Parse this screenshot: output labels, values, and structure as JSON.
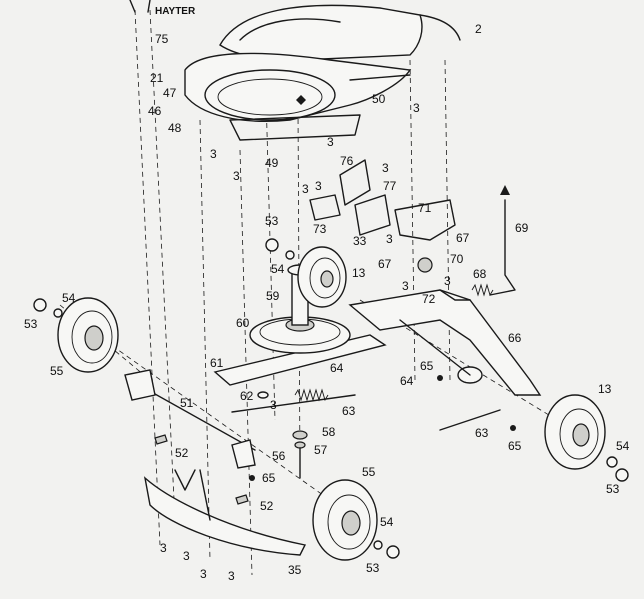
{
  "brand_text": "HAYTER",
  "labels": [
    "2",
    "75",
    "21",
    "47",
    "46",
    "48",
    "3",
    "50",
    "3",
    "3",
    "49",
    "3",
    "76",
    "3",
    "3",
    "3",
    "77",
    "71",
    "73",
    "33",
    "3",
    "67",
    "67",
    "69",
    "53",
    "70",
    "54",
    "3",
    "13",
    "68",
    "3",
    "72",
    "54",
    "59",
    "53",
    "55",
    "60",
    "66",
    "65",
    "61",
    "62",
    "64",
    "64",
    "51",
    "3",
    "63",
    "58",
    "52",
    "57",
    "63",
    "65",
    "13",
    "56",
    "54",
    "65",
    "52",
    "55",
    "53",
    "54",
    "3",
    "3",
    "3",
    "35",
    "3",
    "53"
  ],
  "colors": {
    "ink": "#1a1a1a",
    "paper": "#f2f2f0"
  }
}
